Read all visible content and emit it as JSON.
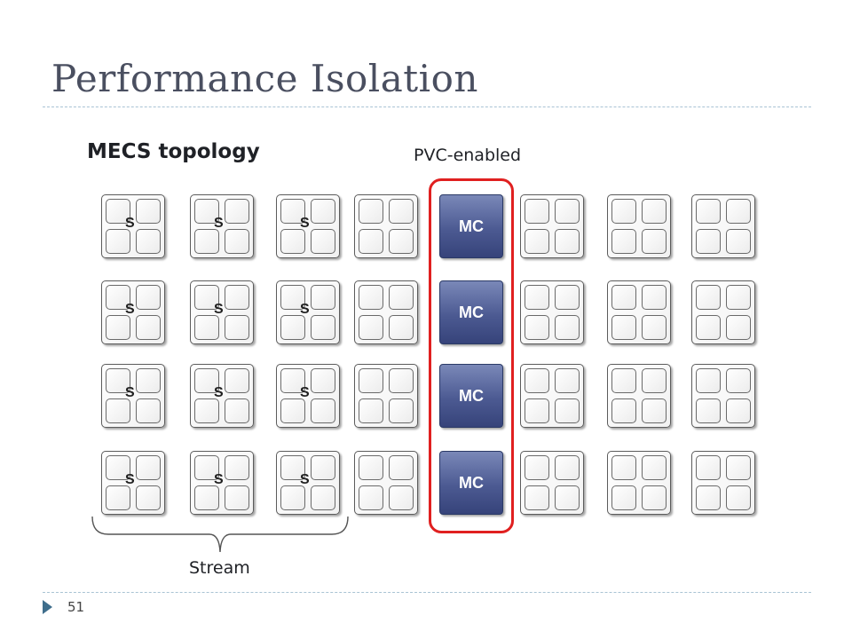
{
  "slide": {
    "title": "Performance Isolation",
    "page_number": "51"
  },
  "diagram": {
    "subtitle": "MECS topology",
    "pvc_label": "PVC-enabled",
    "stream_label": "Stream",
    "source_node_label": "S",
    "mc_node_label": "MC",
    "rows": 4,
    "columns": 8,
    "source_columns": [
      0,
      1,
      2
    ],
    "mc_column": 4,
    "colors": {
      "mc_fill": "#4c5a92",
      "highlight": "#e02020"
    }
  }
}
